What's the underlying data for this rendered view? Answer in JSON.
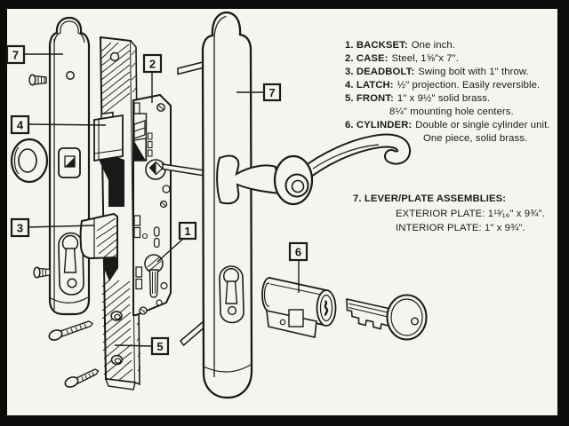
{
  "colors": {
    "paper": "#f6f4ee",
    "ink": "#1a1a1a",
    "frame": "#0c0b09"
  },
  "callouts": {
    "n1": "1",
    "n2": "2",
    "n3": "3",
    "n4": "4",
    "n5": "5",
    "n6": "6",
    "n7_interior": "7",
    "n7_exterior": "7"
  },
  "specs": {
    "items": [
      {
        "numlabel": "1. BACKSET:",
        "desc": "One inch."
      },
      {
        "numlabel": "2. CASE:",
        "desc": "Steel, 1⅝\"x 7\"."
      },
      {
        "numlabel": "3. DEADBOLT:",
        "desc": "Swing bolt with 1\" throw."
      },
      {
        "numlabel": "4. LATCH:",
        "desc": "½\" projection. Easily reversible."
      },
      {
        "numlabel": "5. FRONT:",
        "desc": "1\" x 9½\" solid brass."
      },
      {
        "numlabel": "",
        "desc": "8¼\" mounting hole centers."
      },
      {
        "numlabel": "6. CYLINDER:",
        "desc": "Double or single cylinder unit."
      },
      {
        "numlabel": "",
        "desc": "One piece, solid brass."
      }
    ],
    "assemblies_heading": "7. LEVER/PLATE ASSEMBLIES:",
    "assemblies_lines": [
      "EXTERIOR PLATE: 1¹³⁄₁₆\" x 9¾\".",
      "INTERIOR PLATE: 1\" x 9¾\"."
    ]
  }
}
